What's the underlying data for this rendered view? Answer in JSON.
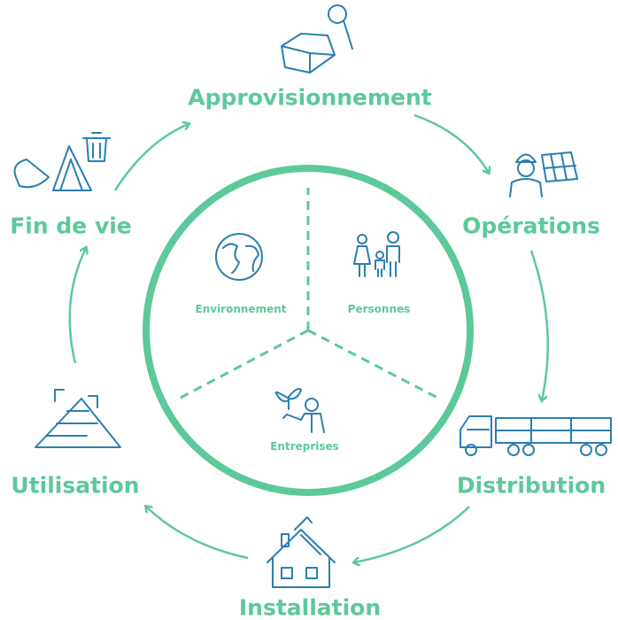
{
  "stages": {
    "sourcing": "Approvisionnement",
    "operations": "Opérations",
    "distribution": "Distribution",
    "installation": "Installation",
    "use": "Utilisation",
    "end_of_life": "Fin de vie"
  },
  "segments": {
    "environment": "Environnement",
    "people": "Personnes",
    "business": "Entreprises"
  },
  "colors": {
    "accent": "#5cc99a",
    "icon": "#2a7fb0"
  }
}
